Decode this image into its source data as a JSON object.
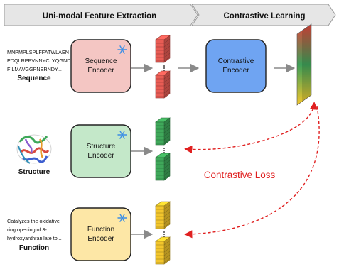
{
  "stages": {
    "left": "Uni-modal Feature Extraction",
    "right": "Contrastive Learning"
  },
  "inputs": {
    "sequence": {
      "text_line1": "MNPMPLSPLFFATWLAEN",
      "text_line2": "EDQLRPPVNNYCLYQGND",
      "text_line3": "FILMAVGGPNERNDY...",
      "label": "Sequence"
    },
    "structure": {
      "label": "Structure"
    },
    "function": {
      "text_line1": "Catalyzes the oxidative",
      "text_line2": "ring opening of 3-",
      "text_line3": "hydroxyanthranilate to...",
      "label": "Function"
    }
  },
  "encoders": {
    "sequence_line1": "Sequence",
    "sequence_line2": "Encoder",
    "structure_line1": "Structure",
    "structure_line2": "Encoder",
    "function_line1": "Function",
    "function_line2": "Encoder",
    "contrastive_line1": "Contrastive",
    "contrastive_line2": "Encoder"
  },
  "loss_label": "Contrastive Loss",
  "icons": {
    "frozen": "snowflake-icon",
    "protein": "protein-structure-icon"
  },
  "colors": {
    "banner": "#e6e6e6",
    "sequence_box": "#f4c6c3",
    "structure_box": "#c4e8c9",
    "function_box": "#fde7a6",
    "contrastive_box": "#6fa4f2",
    "red_feature": "#e85c54",
    "green_feature": "#3fa85a",
    "yellow_feature": "#f2c52c",
    "loss": "#e02020",
    "snowflake": "#3b8ee6",
    "arrow": "#8a8a8a"
  }
}
